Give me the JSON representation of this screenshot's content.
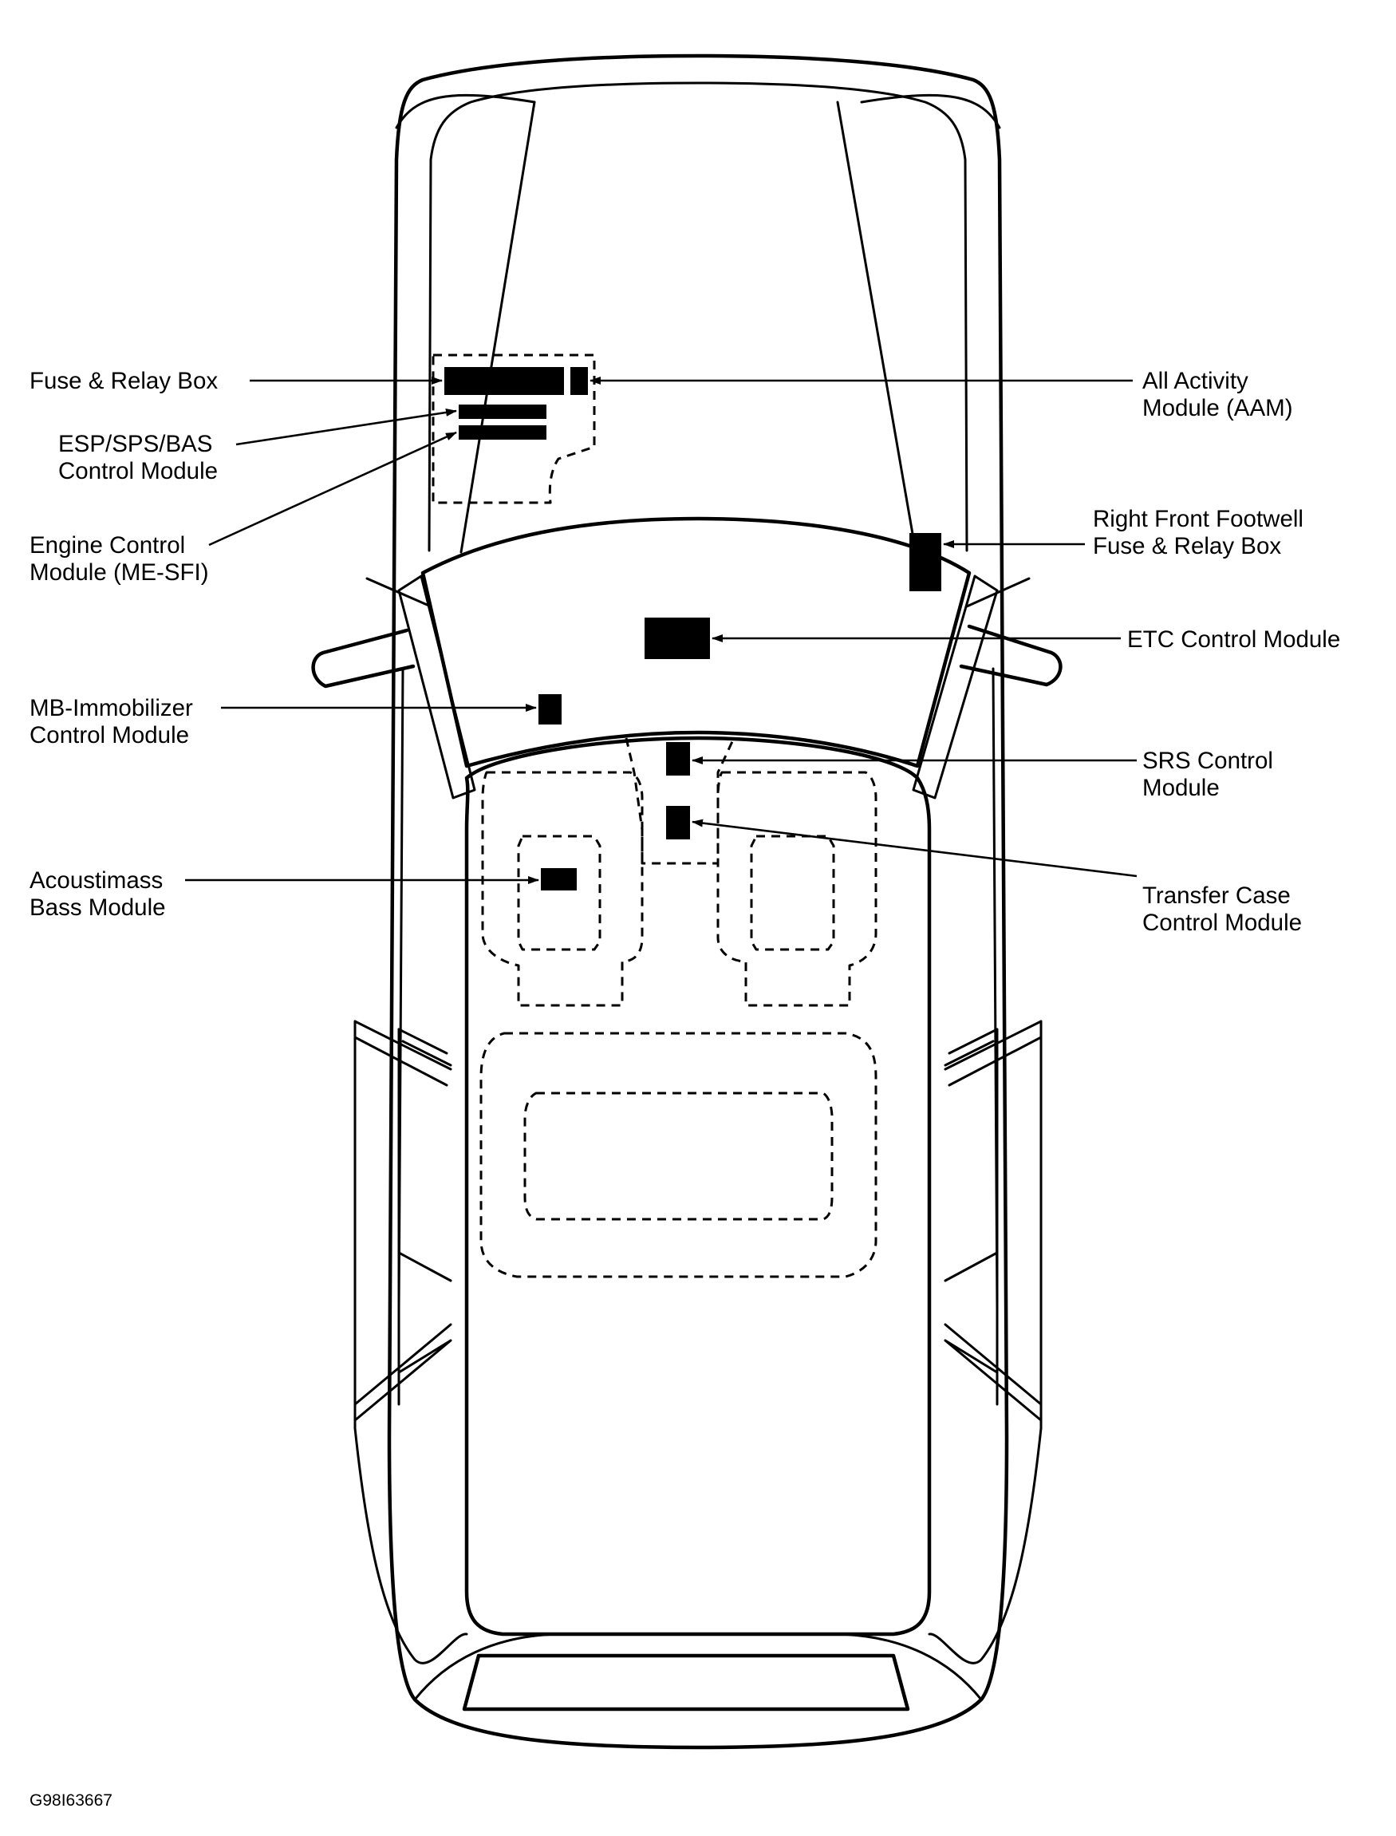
{
  "diagram": {
    "figure_code": "G98I63667",
    "components": {
      "fuse_relay_box": {
        "line1": "Fuse & Relay Box"
      },
      "esp_sps_bas": {
        "line1": "ESP/SPS/BAS",
        "line2": "Control Module"
      },
      "engine_control": {
        "line1": "Engine Control",
        "line2": "Module (ME-SFI)"
      },
      "mb_immobilizer": {
        "line1": "MB-Immobilizer",
        "line2": "Control Module"
      },
      "acoustimass": {
        "line1": "Acoustimass",
        "line2": "Bass Module"
      },
      "all_activity": {
        "line1": "All Activity",
        "line2": "Module (AAM)"
      },
      "right_front_footwell": {
        "line1": "Right Front Footwell",
        "line2": "Fuse & Relay Box"
      },
      "etc_control": {
        "line1": "ETC Control Module"
      },
      "srs_control": {
        "line1": "SRS Control",
        "line2": "Module"
      },
      "transfer_case": {
        "line1": "Transfer Case",
        "line2": "Control Module"
      }
    }
  }
}
